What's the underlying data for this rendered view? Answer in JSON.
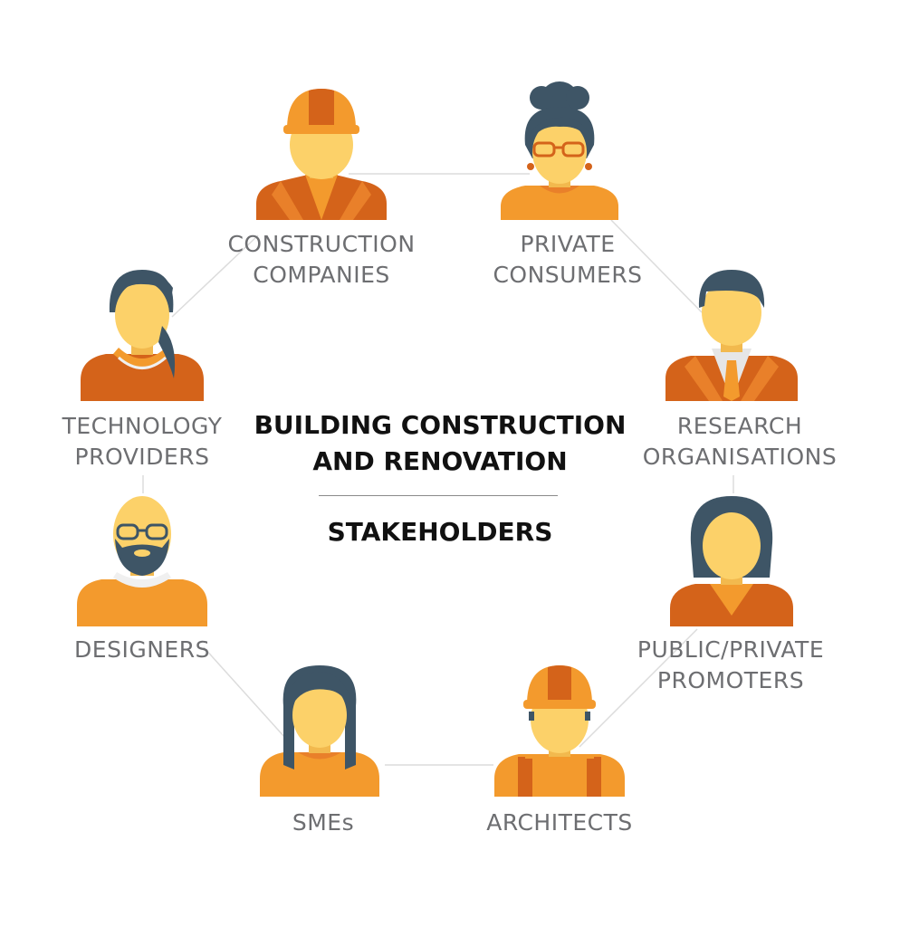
{
  "title_lines": [
    "BUILDING CONSTRUCTION",
    "AND RENOVATION"
  ],
  "subtitle": "STAKEHOLDERS",
  "colors": {
    "orange": "#f39a2d",
    "dark_orange": "#d4631a",
    "skin": "#fcd169",
    "hair": "#3e5566",
    "label": "#6d6e71",
    "connector": "#d9d9d9"
  },
  "nodes": [
    {
      "id": "construction-companies",
      "lines": [
        "CONSTRUCTION",
        "COMPANIES"
      ],
      "icon": "worker-helmet-icon"
    },
    {
      "id": "private-consumers",
      "lines": [
        "PRIVATE",
        "CONSUMERS"
      ],
      "icon": "woman-glasses-bun-icon"
    },
    {
      "id": "research-organisations",
      "lines": [
        "RESEARCH",
        "ORGANISATIONS"
      ],
      "icon": "man-tie-icon"
    },
    {
      "id": "public-private-promoters",
      "lines": [
        "PUBLIC/PRIVATE",
        "PROMOTERS"
      ],
      "icon": "woman-short-hair-icon"
    },
    {
      "id": "architects",
      "lines": [
        "ARCHITECTS"
      ],
      "icon": "worker-overalls-helmet-icon"
    },
    {
      "id": "smes",
      "lines": [
        "SMEs"
      ],
      "icon": "woman-long-hair-icon"
    },
    {
      "id": "designers",
      "lines": [
        "DESIGNERS"
      ],
      "icon": "bald-bearded-man-icon"
    },
    {
      "id": "technology-providers",
      "lines": [
        "TECHNOLOGY",
        "PROVIDERS"
      ],
      "icon": "woman-ponytail-icon"
    }
  ]
}
